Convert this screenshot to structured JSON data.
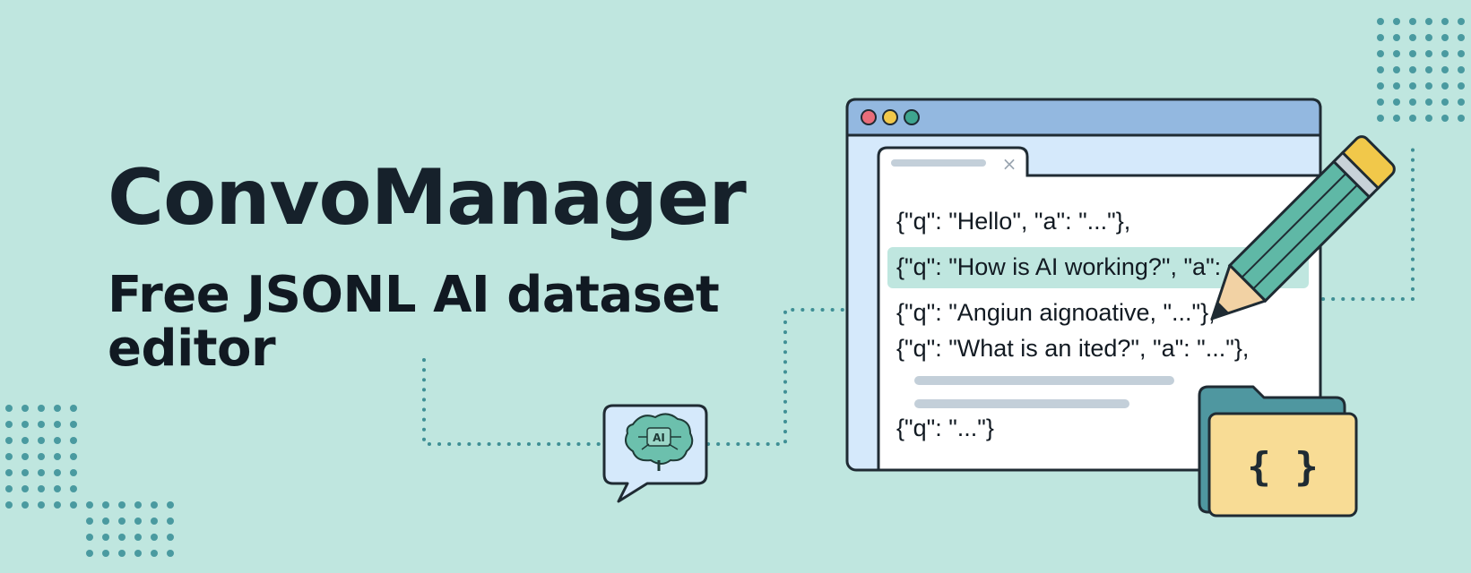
{
  "hero": {
    "title": "ConvoManager",
    "subtitle": "Free JSONL AI dataset editor"
  },
  "editor_window": {
    "code_lines": [
      "{\"q\": \"Hello\", \"a\": \"...\"},",
      "{\"q\": \"How is AI working?\", \"a\":",
      "{\"q\": \"Angiun aignoative, \"...\"},",
      "{\"q\": \"What is an ited?\", \"a\": \"...\"},",
      "{\"q\": \"...\"}"
    ],
    "highlighted_line": 2,
    "tab_close_glyph": "×"
  },
  "chat_bubble": {
    "icon": "ai-brain-icon",
    "label": "AI"
  },
  "folder": {
    "icon": "json-folder-icon",
    "glyph": "{ }"
  },
  "colors": {
    "background": "#bfe6df",
    "title_text": "#16212b",
    "window_titlebar": "#93b8e0",
    "window_body": "#d5e9fb",
    "highlight_line": "#bfe6df",
    "dot_pattern": "#4a9aa0",
    "pencil_body": "#5fb8a6",
    "pencil_eraser": "#f1c84a",
    "folder_front": "#f8dc95",
    "folder_back": "#4f97a0",
    "window_button_red": "#e86d7a",
    "window_button_yellow": "#f1c84a",
    "window_button_green": "#3ea58f"
  }
}
